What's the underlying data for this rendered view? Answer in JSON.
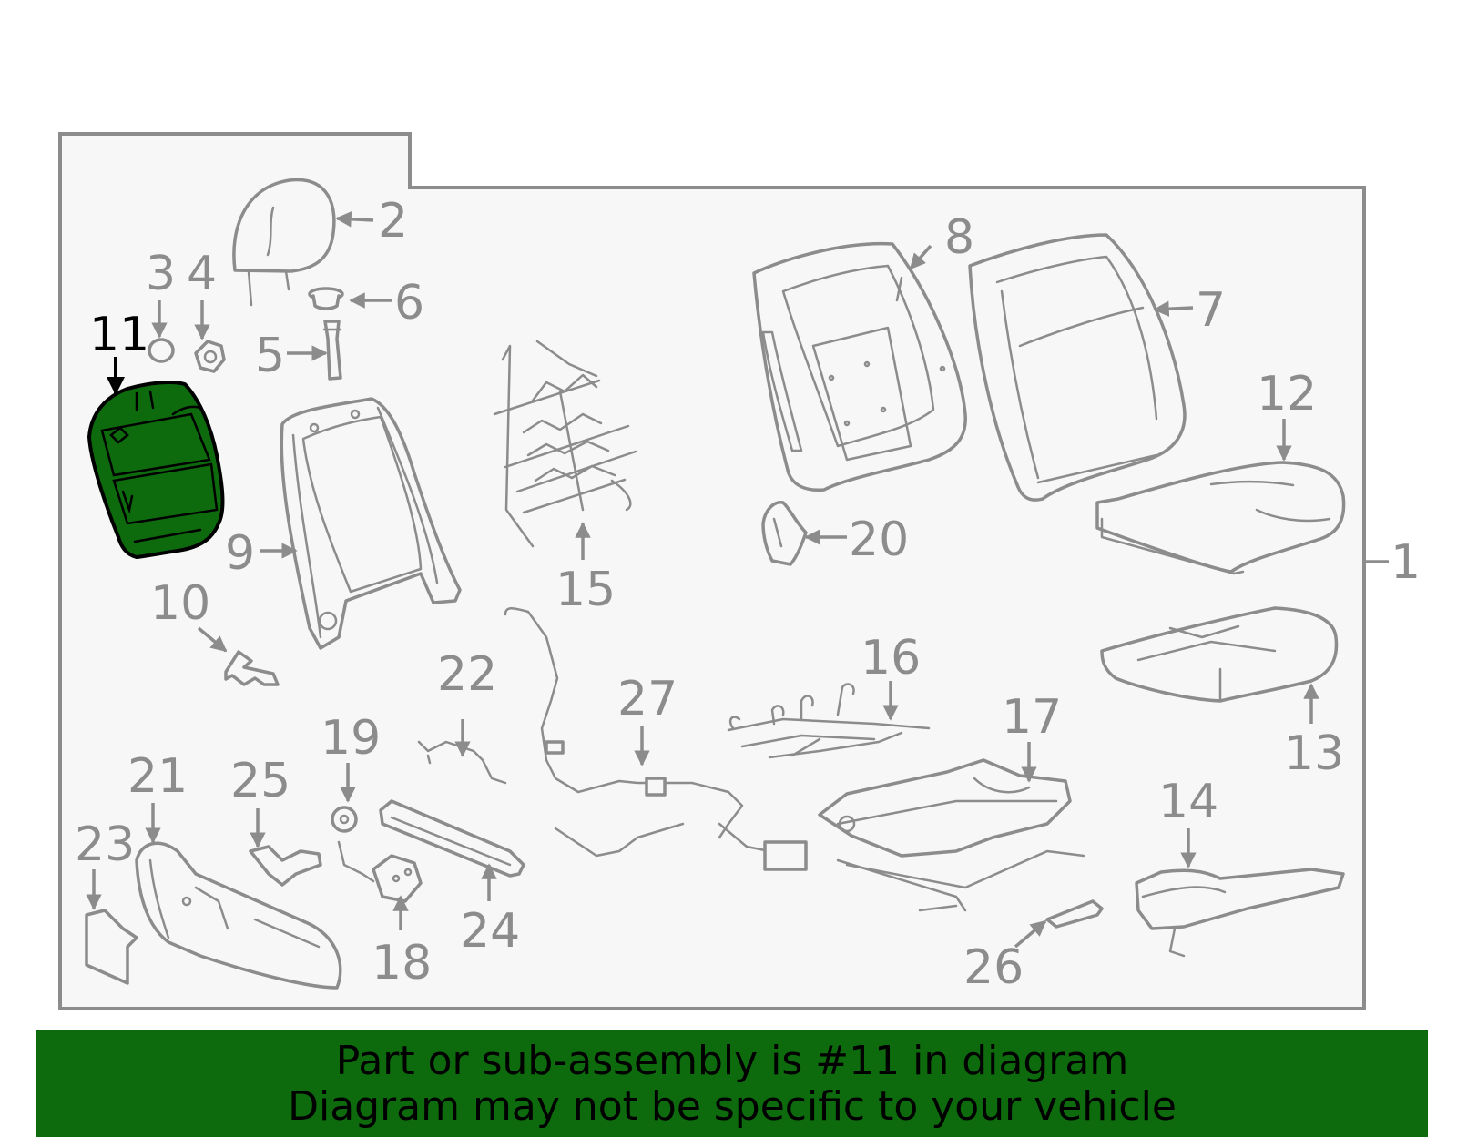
{
  "diagram": {
    "highlight_color": "#0d6b0d",
    "line_color": "#8c8c8c",
    "highlighted_part": "11",
    "callouts": [
      "1",
      "2",
      "3",
      "4",
      "5",
      "6",
      "7",
      "8",
      "9",
      "10",
      "11",
      "12",
      "13",
      "14",
      "15",
      "16",
      "17",
      "18",
      "19",
      "20",
      "21",
      "22",
      "23",
      "24",
      "25",
      "26",
      "27"
    ]
  },
  "banner": {
    "line1": "Part or sub-assembly is #11 in diagram",
    "line2": "Diagram may not be specific to your vehicle"
  }
}
